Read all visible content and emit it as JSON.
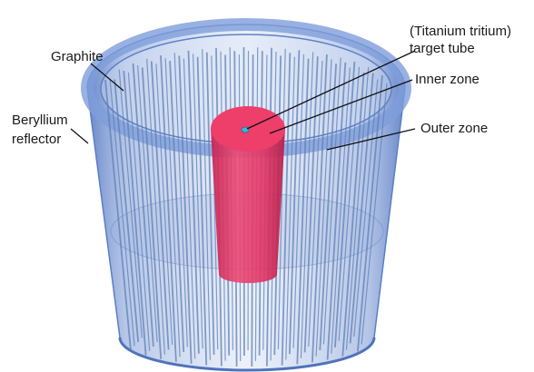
{
  "labels": {
    "graphite": "Graphite",
    "beryllium_line1": "Beryllium",
    "beryllium_line2": "reflector",
    "target_line1": "(Titanium tritium)",
    "target_line2": "target tube",
    "inner_zone": "Inner zone",
    "outer_zone": "Outer zone"
  },
  "colors": {
    "reflector": "#6f8fcf",
    "reflector_rim": "#8aa6dd",
    "graphite_rods": "#5f80b5",
    "inner_zone": "#e8305d",
    "inner_zone_top": "#ee3e6a",
    "target_tube": "#38b8e0",
    "leader_lines": "#111111"
  }
}
